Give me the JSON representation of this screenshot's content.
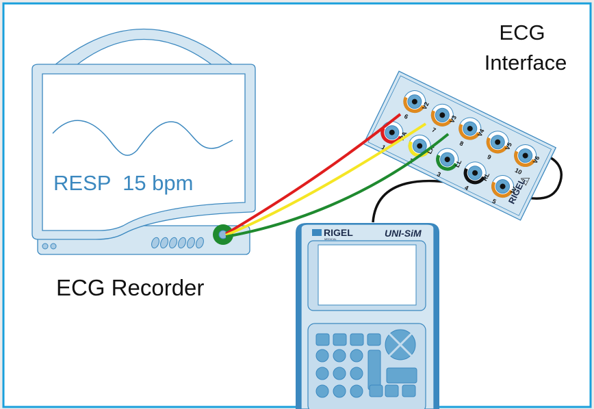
{
  "labels": {
    "ecg_interface": [
      "ECG",
      "Interface"
    ],
    "ecg_recorder": "ECG Recorder"
  },
  "monitor": {
    "screen_text": "RESP  15 bpm"
  },
  "simulator": {
    "brand": "RIGEL",
    "brand_sub": "MEDICAL",
    "model": "UNI-SiM"
  },
  "interface": {
    "brand": "RIGEL",
    "sockets": [
      {
        "num": "1",
        "label": "RA",
        "ring": "#e01e1e",
        "connected": true
      },
      {
        "num": "2",
        "label": "LA",
        "ring": "#f5e625",
        "connected": true
      },
      {
        "num": "3",
        "label": "LL",
        "ring": "#1f8a2f",
        "connected": true
      },
      {
        "num": "4",
        "label": "RL",
        "ring": "#111111",
        "connected": false
      },
      {
        "num": "5",
        "label": "1V",
        "ring": "#e08a1e",
        "connected": false
      },
      {
        "num": "6",
        "label": "V2",
        "ring": "#e08a1e",
        "connected": false
      },
      {
        "num": "7",
        "label": "V3",
        "ring": "#e08a1e",
        "connected": false
      },
      {
        "num": "8",
        "label": "V4",
        "ring": "#e08a1e",
        "connected": false
      },
      {
        "num": "9",
        "label": "V5",
        "ring": "#e08a1e",
        "connected": false
      },
      {
        "num": "10",
        "label": "V6",
        "ring": "#e08a1e",
        "connected": false
      }
    ]
  },
  "colors": {
    "border": "#1aa0dc",
    "outline": "#3b88bf",
    "fill": "#d4e6f2",
    "text_blue": "#3b88bf",
    "lead_red": "#e01e1e",
    "lead_yellow": "#f5e625",
    "lead_green": "#1f8a2f",
    "cable_black": "#111111"
  }
}
